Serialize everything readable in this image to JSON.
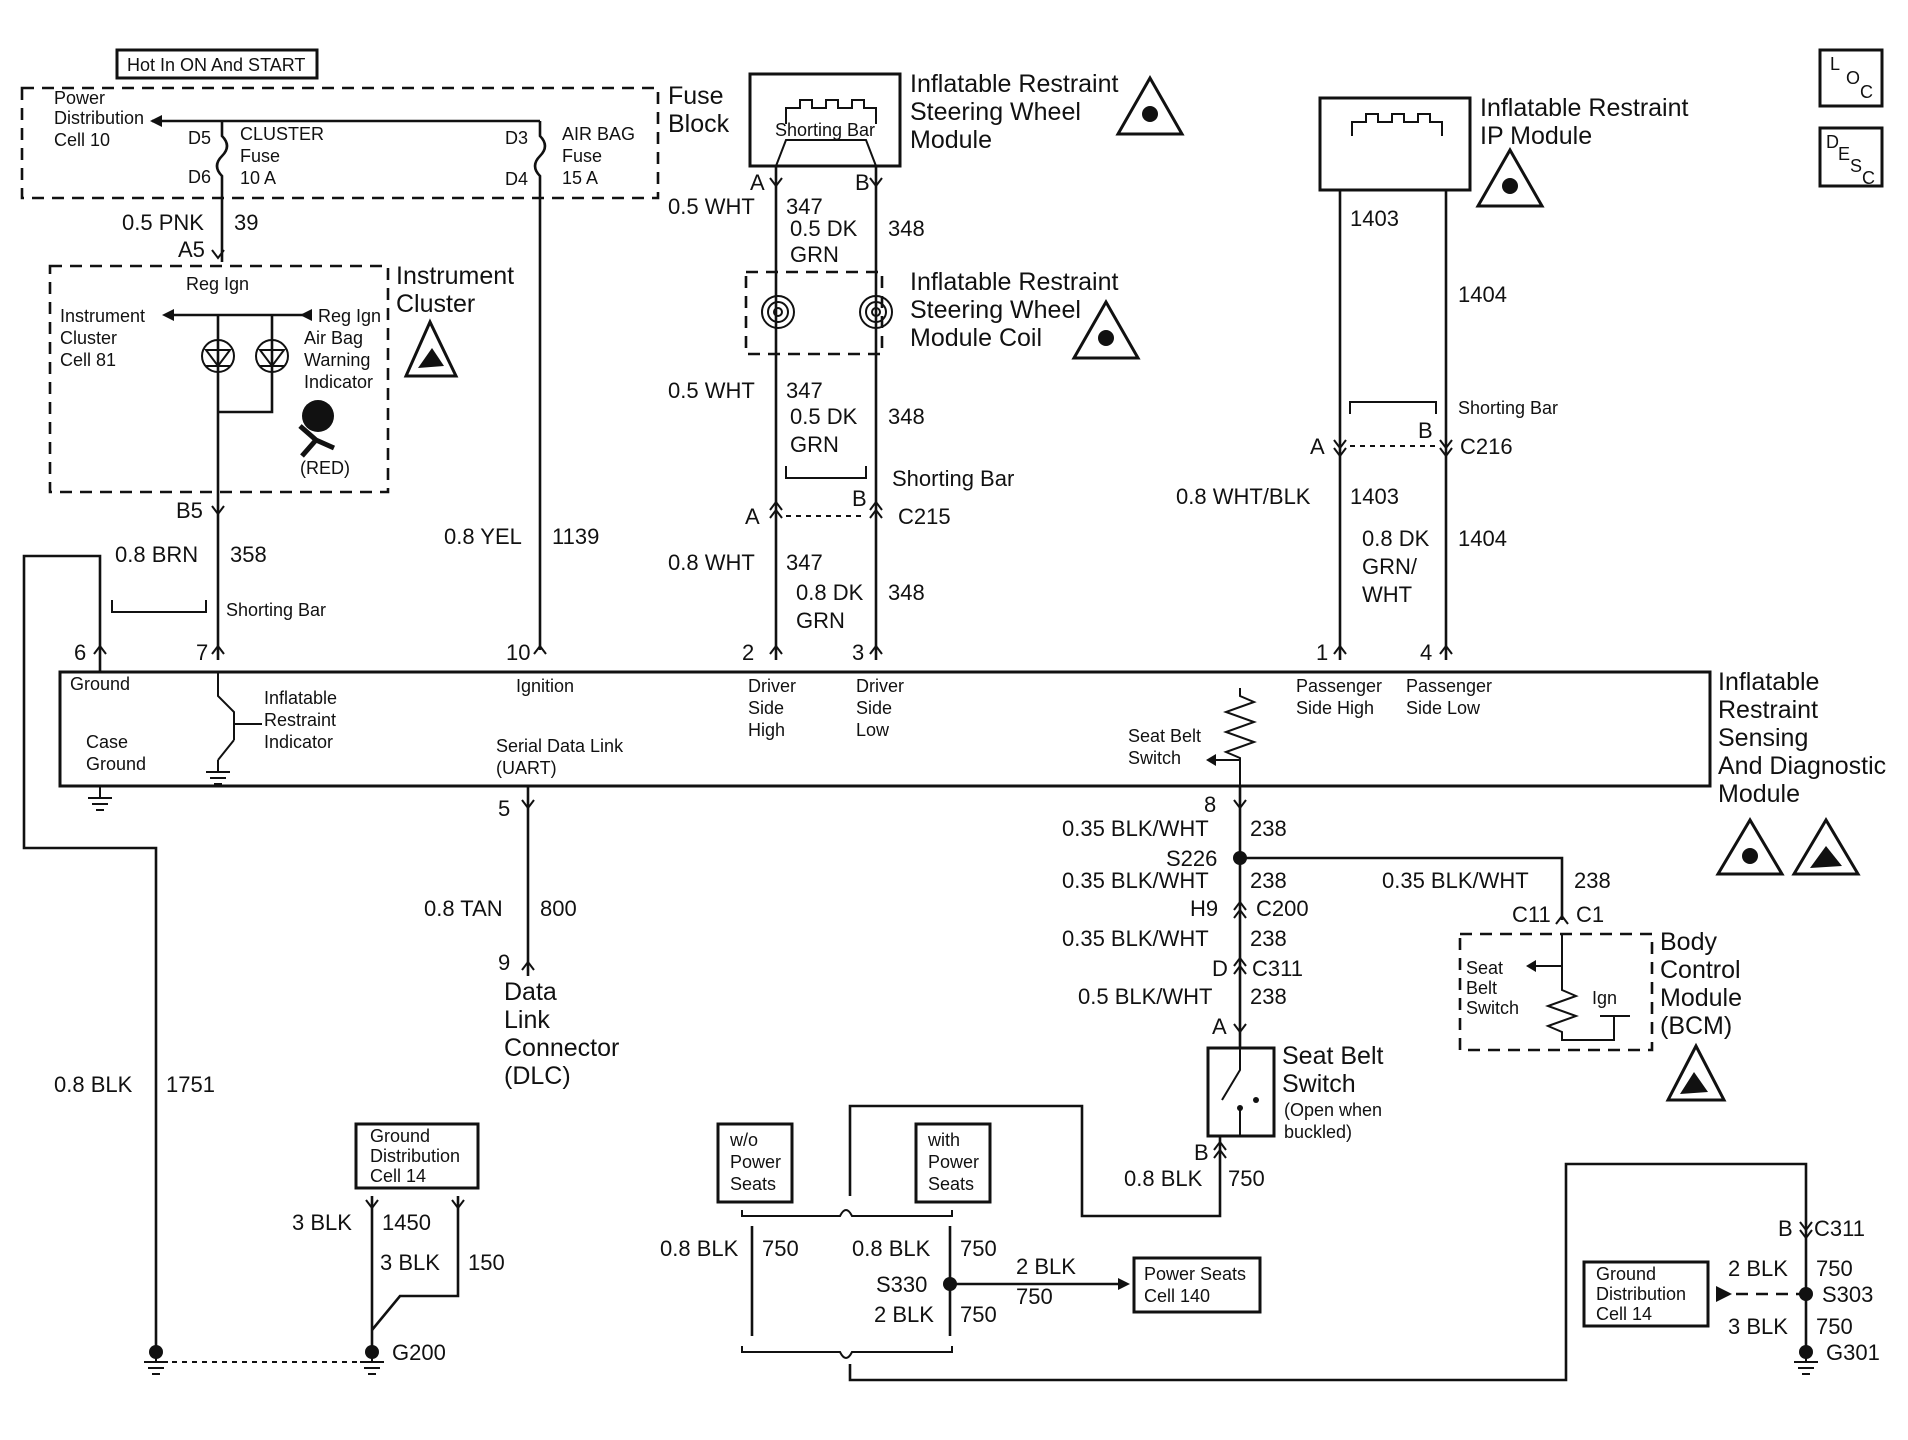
{
  "labels": {
    "hot_in": "Hot In ON And START",
    "fuse_block_1": "Fuse",
    "fuse_block_2": "Block",
    "pwr_dist_1": "Power",
    "pwr_dist_2": "Distribution",
    "pwr_dist_3": "Cell 10",
    "d5": "D5",
    "d6": "D6",
    "cluster_fuse_1": "CLUSTER",
    "cluster_fuse_2": "Fuse",
    "cluster_fuse_3": "10 A",
    "d3": "D3",
    "d4": "D4",
    "airbag_fuse_1": "AIR BAG",
    "airbag_fuse_2": "Fuse",
    "airbag_fuse_3": "15 A",
    "w39_size": "0.5 PNK",
    "w39_num": "39",
    "a5": "A5",
    "ic_1": "Instrument",
    "ic_2": "Cluster",
    "reg_ign_top": "Reg Ign",
    "reg_ign_right": "Reg Ign",
    "ic_cell_1": "Instrument",
    "ic_cell_2": "Cluster",
    "ic_cell_3": "Cell 81",
    "awi_1": "Air Bag",
    "awi_2": "Warning",
    "awi_3": "Indicator",
    "red": "(RED)",
    "b5": "B5",
    "w358_size": "0.8 BRN",
    "w358_num": "358",
    "shorting_bar_1": "Shorting Bar",
    "w1139_size": "0.8 YEL",
    "w1139_num": "1139",
    "irswm_1": "Inflatable Restraint",
    "irswm_2": "Steering Wheel",
    "irswm_3": "Module",
    "shorting_bar_box": "Shorting Bar",
    "pin_a_top": "A",
    "pin_b_top": "B",
    "w347_top_size": "0.5 WHT",
    "w347_top_num": "347",
    "w348_top_size_1": "0.5 DK",
    "w348_top_size_2": "GRN",
    "w348_top_num": "348",
    "coil_1": "Inflatable Restraint",
    "coil_2": "Steering Wheel",
    "coil_3": "Module Coil",
    "w347_mid_size": "0.5 WHT",
    "w347_mid_num": "347",
    "w348_mid_size_1": "0.5 DK",
    "w348_mid_size_2": "GRN",
    "w348_mid_num": "348",
    "shorting_bar_2": "Shorting Bar",
    "c215_a": "A",
    "c215_b": "B",
    "c215": "C215",
    "w347_bot_size": "0.8 WHT",
    "w347_bot_num": "347",
    "w348_bot_size_1": "0.8 DK",
    "w348_bot_size_2": "GRN",
    "w348_bot_num": "348",
    "ipm_1": "Inflatable Restraint",
    "ipm_2": "IP Module",
    "w1403_top": "1403",
    "w1404_top": "1404",
    "shorting_bar_3": "Shorting Bar",
    "c216_a": "A",
    "c216_b": "B",
    "c216": "C216",
    "w1403_size": "0.8 WHT/BLK",
    "w1403_num": "1403",
    "w1404_size_1": "0.8 DK",
    "w1404_size_2": "GRN/",
    "w1404_size_3": "WHT",
    "w1404_num": "1404",
    "pin_6": "6",
    "pin_7": "7",
    "pin_10": "10",
    "pin_2": "2",
    "pin_3": "3",
    "pin_1": "1",
    "pin_4": "4",
    "mod_ground": "Ground",
    "mod_iri_1": "Inflatable",
    "mod_iri_2": "Restraint",
    "mod_iri_3": "Indicator",
    "mod_ignition": "Ignition",
    "mod_dsh_1": "Driver",
    "mod_dsh_2": "Side",
    "mod_dsh_3": "High",
    "mod_dsl_1": "Driver",
    "mod_dsl_2": "Side",
    "mod_dsl_3": "Low",
    "mod_psh_1": "Passenger",
    "mod_psh_2": "Side High",
    "mod_psl_1": "Passenger",
    "mod_psl_2": "Side Low",
    "mod_case_1": "Case",
    "mod_case_2": "Ground",
    "mod_sdl_1": "Serial Data Link",
    "mod_sdl_2": "(UART)",
    "mod_sbs_1": "Seat Belt",
    "mod_sbs_2": "Switch",
    "sdm_1": "Inflatable",
    "sdm_2": "Restraint",
    "sdm_3": "Sensing",
    "sdm_4": "And Diagnostic",
    "sdm_5": "Module",
    "pin_5": "5",
    "w800_size": "0.8 TAN",
    "w800_num": "800",
    "pin_9": "9",
    "dlc_1": "Data",
    "dlc_2": "Link",
    "dlc_3": "Connector",
    "dlc_4": "(DLC)",
    "w1751_size": "0.8 BLK",
    "w1751_num": "1751",
    "gdc_1": "Ground",
    "gdc_2": "Distribution",
    "gdc_3": "Cell 14",
    "w1450_size": "3 BLK",
    "w1450_num": "1450",
    "w150_size": "3 BLK",
    "w150_num": "150",
    "g200": "G200",
    "pin_8": "8",
    "w238_a_size": "0.35 BLK/WHT",
    "w238_a_num": "238",
    "s226": "S226",
    "w238_b_size": "0.35 BLK/WHT",
    "w238_b_num": "238",
    "h9": "H9",
    "c200": "C200",
    "w238_c_size": "0.35 BLK/WHT",
    "w238_c_num": "238",
    "d_pin": "D",
    "c311_top": "C311",
    "w238_d_size": "0.5 BLK/WHT",
    "w238_d_num": "238",
    "a_pin": "A",
    "w238_e_size": "0.35 BLK/WHT",
    "w238_e_num": "238",
    "c11": "C11",
    "c1": "C1",
    "bcm_1": "Body",
    "bcm_2": "Control",
    "bcm_3": "Module",
    "bcm_4": "(BCM)",
    "bcm_sbs_1": "Seat",
    "bcm_sbs_2": "Belt",
    "bcm_sbs_3": "Switch",
    "bcm_ign": "Ign",
    "sbsw_1": "Seat Belt",
    "sbsw_2": "Switch",
    "sbsw_3": "(Open when",
    "sbsw_4": "buckled)",
    "b_pin": "B",
    "w750_a_size": "0.8 BLK",
    "w750_a_num": "750",
    "wo_ps_1": "w/o",
    "wo_ps_2": "Power",
    "wo_ps_3": "Seats",
    "w_ps_1": "with",
    "w_ps_2": "Power",
    "w_ps_3": "Seats",
    "w750_b_size": "0.8 BLK",
    "w750_b_num": "750",
    "w750_c_size": "0.8 BLK",
    "w750_c_num": "750",
    "s330": "S330",
    "w750_d_size": "2 BLK",
    "w750_d_num": "750",
    "w750_e_size": "2 BLK",
    "w750_e_num": "750",
    "ps_cell_1": "Power Seats",
    "ps_cell_2": "Cell 140",
    "b_c311": "B",
    "c311_bot": "C311",
    "gdc2_1": "Ground",
    "gdc2_2": "Distribution",
    "gdc2_3": "Cell 14",
    "w750_f_size": "2 BLK",
    "w750_f_num": "750",
    "s303": "S303",
    "w750_g_size": "3 BLK",
    "w750_g_num": "750",
    "g301": "G301",
    "loc_l": "L",
    "loc_o": "O",
    "loc_c": "C",
    "desc_d": "D",
    "desc_e": "E",
    "desc_s": "S",
    "desc_c": "C"
  }
}
